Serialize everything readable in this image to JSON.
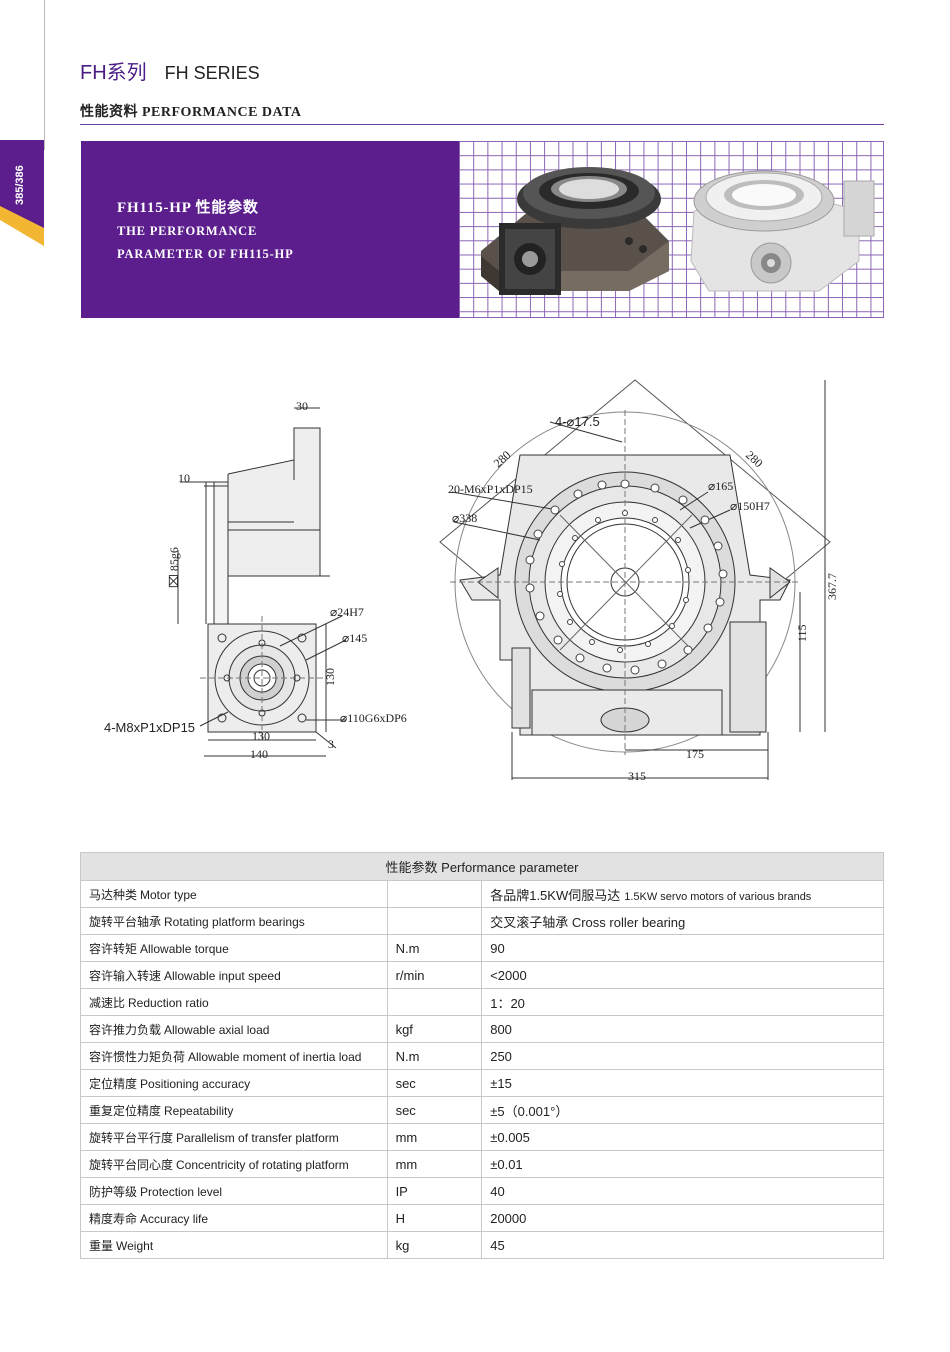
{
  "page_number": "385/386",
  "header": {
    "series_cn": "FH系列",
    "series_en": "FH SERIES",
    "section": "性能资料 PERFORMANCE DATA"
  },
  "banner": {
    "line1": "FH115-HP 性能参数",
    "line2": "THE PERFORMANCE",
    "line3": "PARAMETER OF FH115-HP"
  },
  "drawing": {
    "dim_30": "30",
    "dim_10": "10",
    "dim_85g6": "85g6",
    "dim_24h7": "24H7",
    "dim_145": "145",
    "dim_130v": "130",
    "dim_m8": "4-M8xP1xDP15",
    "dim_110": "110G6xDP6",
    "dim_130h": "130",
    "dim_3": "3",
    "dim_140": "140",
    "dim_4_175": "4-⌀17.5",
    "dim_280a": "280",
    "dim_280b": "280",
    "dim_m6": "20-M6xP1xDP15",
    "dim_165": "⌀165",
    "dim_150": "⌀150H7",
    "dim_338": "⌀338",
    "dim_367": "367.7",
    "dim_115": "115",
    "dim_175": "175",
    "dim_315": "315"
  },
  "table": {
    "heading": "性能参数 Performance parameter",
    "rows": [
      {
        "cn": "马达种类",
        "en": "Motor type",
        "unit": "",
        "value": "各品牌1.5KW伺服马达",
        "value_en": "1.5KW servo motors of various brands"
      },
      {
        "cn": "旋转平台轴承",
        "en": "Rotating platform bearings",
        "unit": "",
        "value": "交叉滚子轴承 Cross roller bearing",
        "value_en": ""
      },
      {
        "cn": "容许转矩",
        "en": "Allowable torque",
        "unit": "N.m",
        "value": "90",
        "value_en": ""
      },
      {
        "cn": "容许输入转速",
        "en": "Allowable input speed",
        "unit": "r/min",
        "value": "<2000",
        "value_en": ""
      },
      {
        "cn": "减速比",
        "en": "Reduction ratio",
        "unit": "",
        "value": "1：20",
        "value_en": ""
      },
      {
        "cn": "容许推力负载",
        "en": "Allowable axial load",
        "unit": "kgf",
        "value": "800",
        "value_en": ""
      },
      {
        "cn": "容许惯性力矩负荷",
        "en": "Allowable moment of inertia load",
        "unit": "N.m",
        "value": "250",
        "value_en": ""
      },
      {
        "cn": "定位精度",
        "en": "Positioning accuracy",
        "unit": "sec",
        "value": "±15",
        "value_en": ""
      },
      {
        "cn": "重复定位精度",
        "en": "Repeatability",
        "unit": "sec",
        "value": "±5（0.001°）",
        "value_en": ""
      },
      {
        "cn": "旋转平台平行度",
        "en": "Parallelism of transfer platform",
        "unit": "mm",
        "value": "±0.005",
        "value_en": ""
      },
      {
        "cn": "旋转平台同心度",
        "en": "Concentricity of rotating platform",
        "unit": "mm",
        "value": "±0.01",
        "value_en": ""
      },
      {
        "cn": "防护等级",
        "en": "Protection level",
        "unit": "IP",
        "value": "40",
        "value_en": ""
      },
      {
        "cn": "精度寿命",
        "en": "Accuracy life",
        "unit": "H",
        "value": "20000",
        "value_en": ""
      },
      {
        "cn": "重量",
        "en": "Weight",
        "unit": "kg",
        "value": "45",
        "value_en": ""
      }
    ]
  }
}
